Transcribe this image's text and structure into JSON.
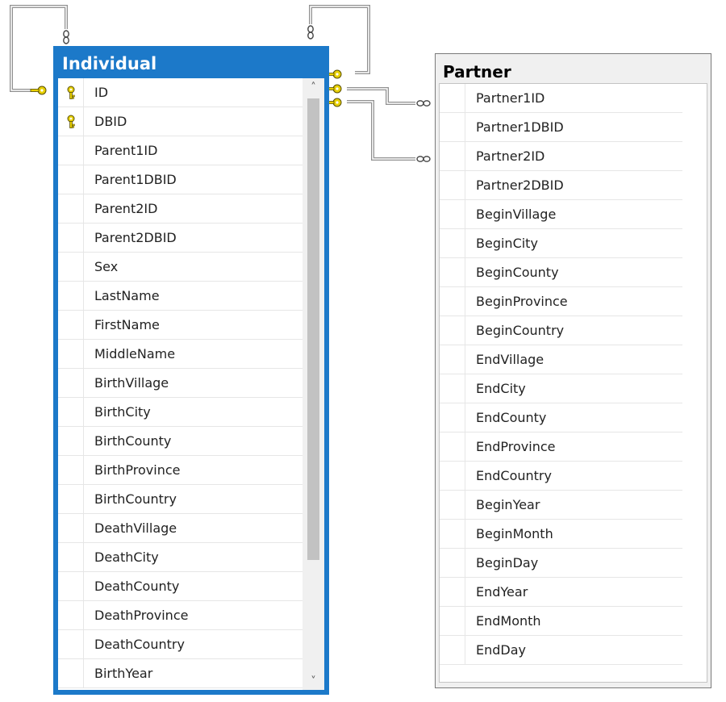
{
  "individual": {
    "title": "Individual",
    "columns": [
      {
        "name": "ID",
        "key": true
      },
      {
        "name": "DBID",
        "key": true
      },
      {
        "name": "Parent1ID",
        "key": false
      },
      {
        "name": "Parent1DBID",
        "key": false
      },
      {
        "name": "Parent2ID",
        "key": false
      },
      {
        "name": "Parent2DBID",
        "key": false
      },
      {
        "name": "Sex",
        "key": false
      },
      {
        "name": "LastName",
        "key": false
      },
      {
        "name": "FirstName",
        "key": false
      },
      {
        "name": "MiddleName",
        "key": false
      },
      {
        "name": "BirthVillage",
        "key": false
      },
      {
        "name": "BirthCity",
        "key": false
      },
      {
        "name": "BirthCounty",
        "key": false
      },
      {
        "name": "BirthProvince",
        "key": false
      },
      {
        "name": "BirthCountry",
        "key": false
      },
      {
        "name": "DeathVillage",
        "key": false
      },
      {
        "name": "DeathCity",
        "key": false
      },
      {
        "name": "DeathCounty",
        "key": false
      },
      {
        "name": "DeathProvince",
        "key": false
      },
      {
        "name": "DeathCountry",
        "key": false
      },
      {
        "name": "BirthYear",
        "key": false
      }
    ]
  },
  "partner": {
    "title": "Partner",
    "columns": [
      {
        "name": "Partner1ID",
        "key": false
      },
      {
        "name": "Partner1DBID",
        "key": false
      },
      {
        "name": "Partner2ID",
        "key": false
      },
      {
        "name": "Partner2DBID",
        "key": false
      },
      {
        "name": "BeginVillage",
        "key": false
      },
      {
        "name": "BeginCity",
        "key": false
      },
      {
        "name": "BeginCounty",
        "key": false
      },
      {
        "name": "BeginProvince",
        "key": false
      },
      {
        "name": "BeginCountry",
        "key": false
      },
      {
        "name": "EndVillage",
        "key": false
      },
      {
        "name": "EndCity",
        "key": false
      },
      {
        "name": "EndCounty",
        "key": false
      },
      {
        "name": "EndProvince",
        "key": false
      },
      {
        "name": "EndCountry",
        "key": false
      },
      {
        "name": "BeginYear",
        "key": false
      },
      {
        "name": "BeginMonth",
        "key": false
      },
      {
        "name": "BeginDay",
        "key": false
      },
      {
        "name": "EndYear",
        "key": false
      },
      {
        "name": "EndMonth",
        "key": false
      },
      {
        "name": "EndDay",
        "key": false
      }
    ]
  },
  "icons": {
    "primary_key": "key-icon",
    "relationship_one": "key-icon",
    "relationship_many": "infinity-icon",
    "scroll_up": "chevron-up-icon",
    "scroll_down": "chevron-down-icon"
  },
  "colors": {
    "selected_table_border": "#1c79c9",
    "key_gold": "#e8d000",
    "relationship_line": "#909090"
  }
}
